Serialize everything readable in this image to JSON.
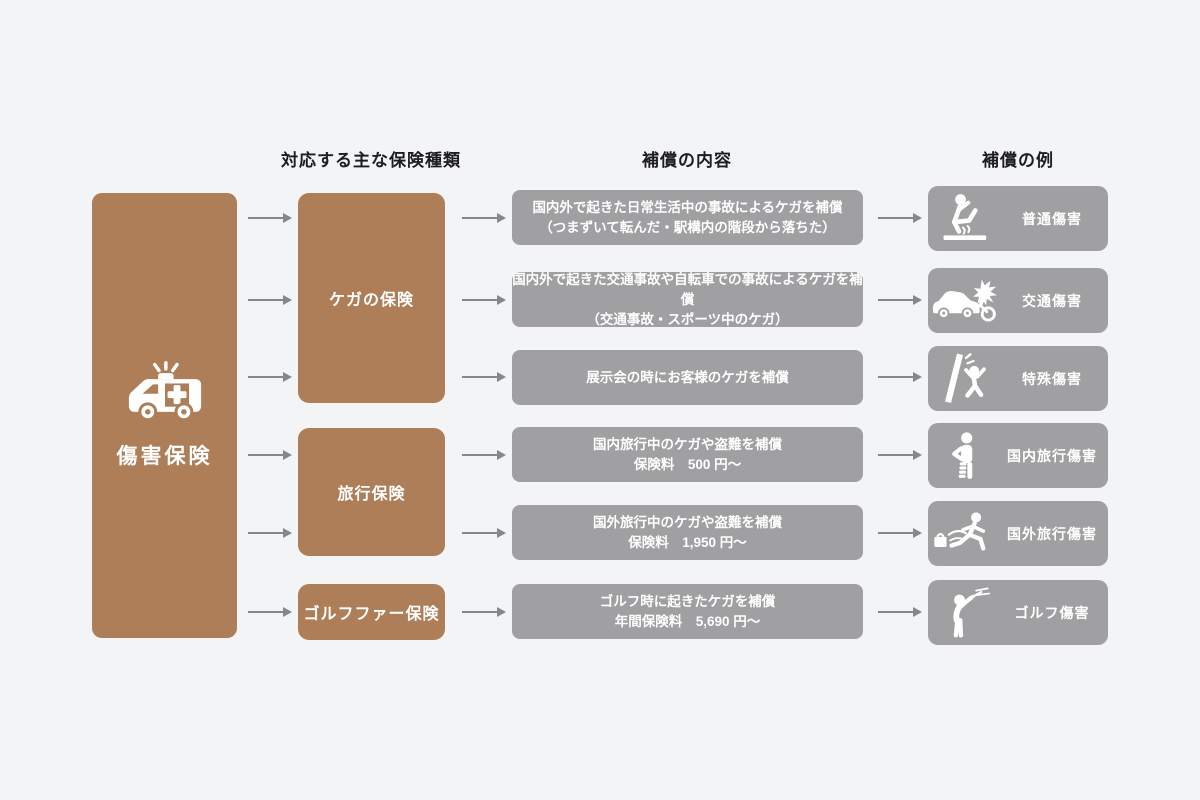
{
  "colors": {
    "background": "#f2f4f6",
    "brown": "#ad7e58",
    "gray_box": "#a0a0a2",
    "arrow": "#85878a",
    "heading_text": "#1d1d1f",
    "box_text": "#ffffff"
  },
  "headers": {
    "types": "対応する主な保険種類",
    "coverage": "補償の内容",
    "examples": "補償の例"
  },
  "root": {
    "label": "傷害保険",
    "icon": "ambulance-icon"
  },
  "types": [
    {
      "label": "ケガの保険"
    },
    {
      "label": "旅行保険"
    },
    {
      "label": "ゴルフファー保険"
    }
  ],
  "coverage": [
    {
      "line1": "国内外で起きた日常生活中の事故によるケガを補償",
      "line2": "（つまずいて転んだ・駅構内の階段から落ちた）"
    },
    {
      "line1": "国内外で起きた交通事故や自転車での事故によるケガを補償",
      "line2": "（交通事故・スポーツ中のケガ）"
    },
    {
      "line1": "展示会の時にお客様のケガを補償",
      "line2": ""
    },
    {
      "line1": "国内旅行中のケガや盗難を補償",
      "line2": "保険料　500 円〜"
    },
    {
      "line1": "国外旅行中のケガや盗難を補償",
      "line2": "保険料　1,950 円〜"
    },
    {
      "line1": "ゴルフ時に起きたケガを補償",
      "line2": "年間保険料　5,690 円〜"
    }
  ],
  "examples": [
    {
      "label": "普通傷害",
      "icon": "slipping-person-icon"
    },
    {
      "label": "交通傷害",
      "icon": "traffic-accident-icon"
    },
    {
      "label": "特殊傷害",
      "icon": "falling-object-icon"
    },
    {
      "label": "国内旅行傷害",
      "icon": "injured-traveler-icon"
    },
    {
      "label": "国外旅行傷害",
      "icon": "bag-theft-icon"
    },
    {
      "label": "ゴルフ傷害",
      "icon": "golfer-icon"
    }
  ]
}
